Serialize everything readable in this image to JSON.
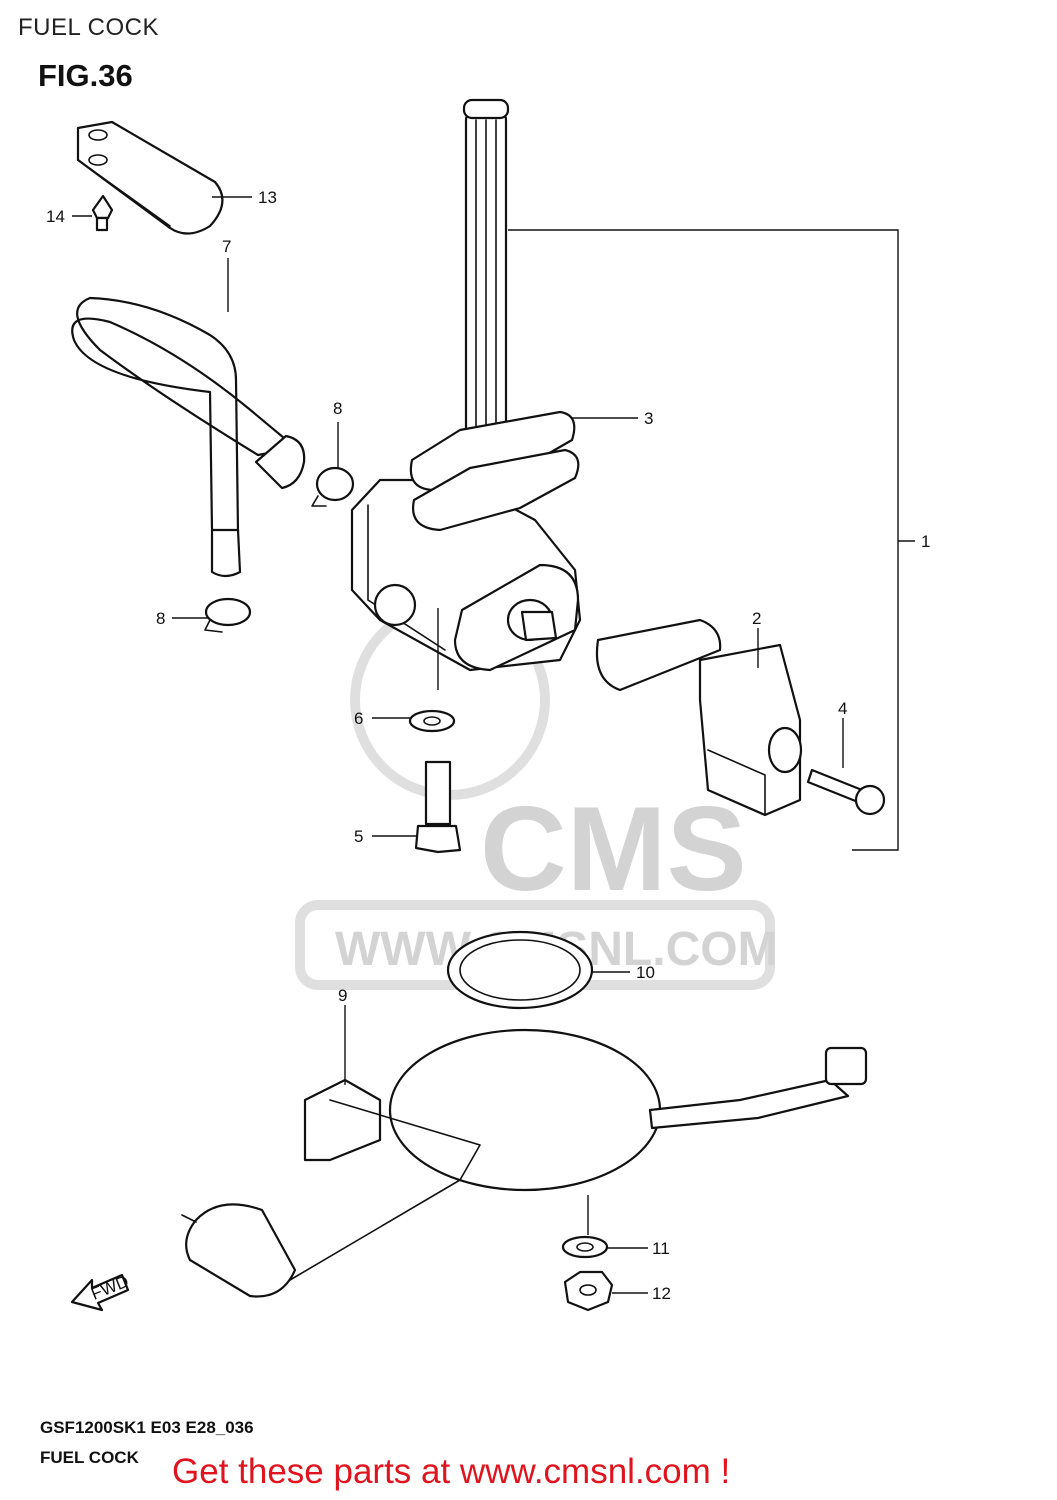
{
  "header": {
    "title": "FUEL COCK"
  },
  "figure": {
    "title": "FIG.36"
  },
  "watermark": {
    "brand": "CMS",
    "url": "WWW.CMSNL.COM"
  },
  "callouts": {
    "c1": "1",
    "c2": "2",
    "c3": "3",
    "c4": "4",
    "c5": "5",
    "c6": "6",
    "c7": "7",
    "c8a": "8",
    "c8b": "8",
    "c9": "9",
    "c10": "10",
    "c11": "11",
    "c12": "12",
    "c13": "13",
    "c14": "14"
  },
  "fwd_label": "FWD",
  "footer": {
    "code": "GSF1200SK1 E03 E28_036",
    "name": "FUEL COCK",
    "cta": "Get these parts at www.cmsnl.com !"
  }
}
